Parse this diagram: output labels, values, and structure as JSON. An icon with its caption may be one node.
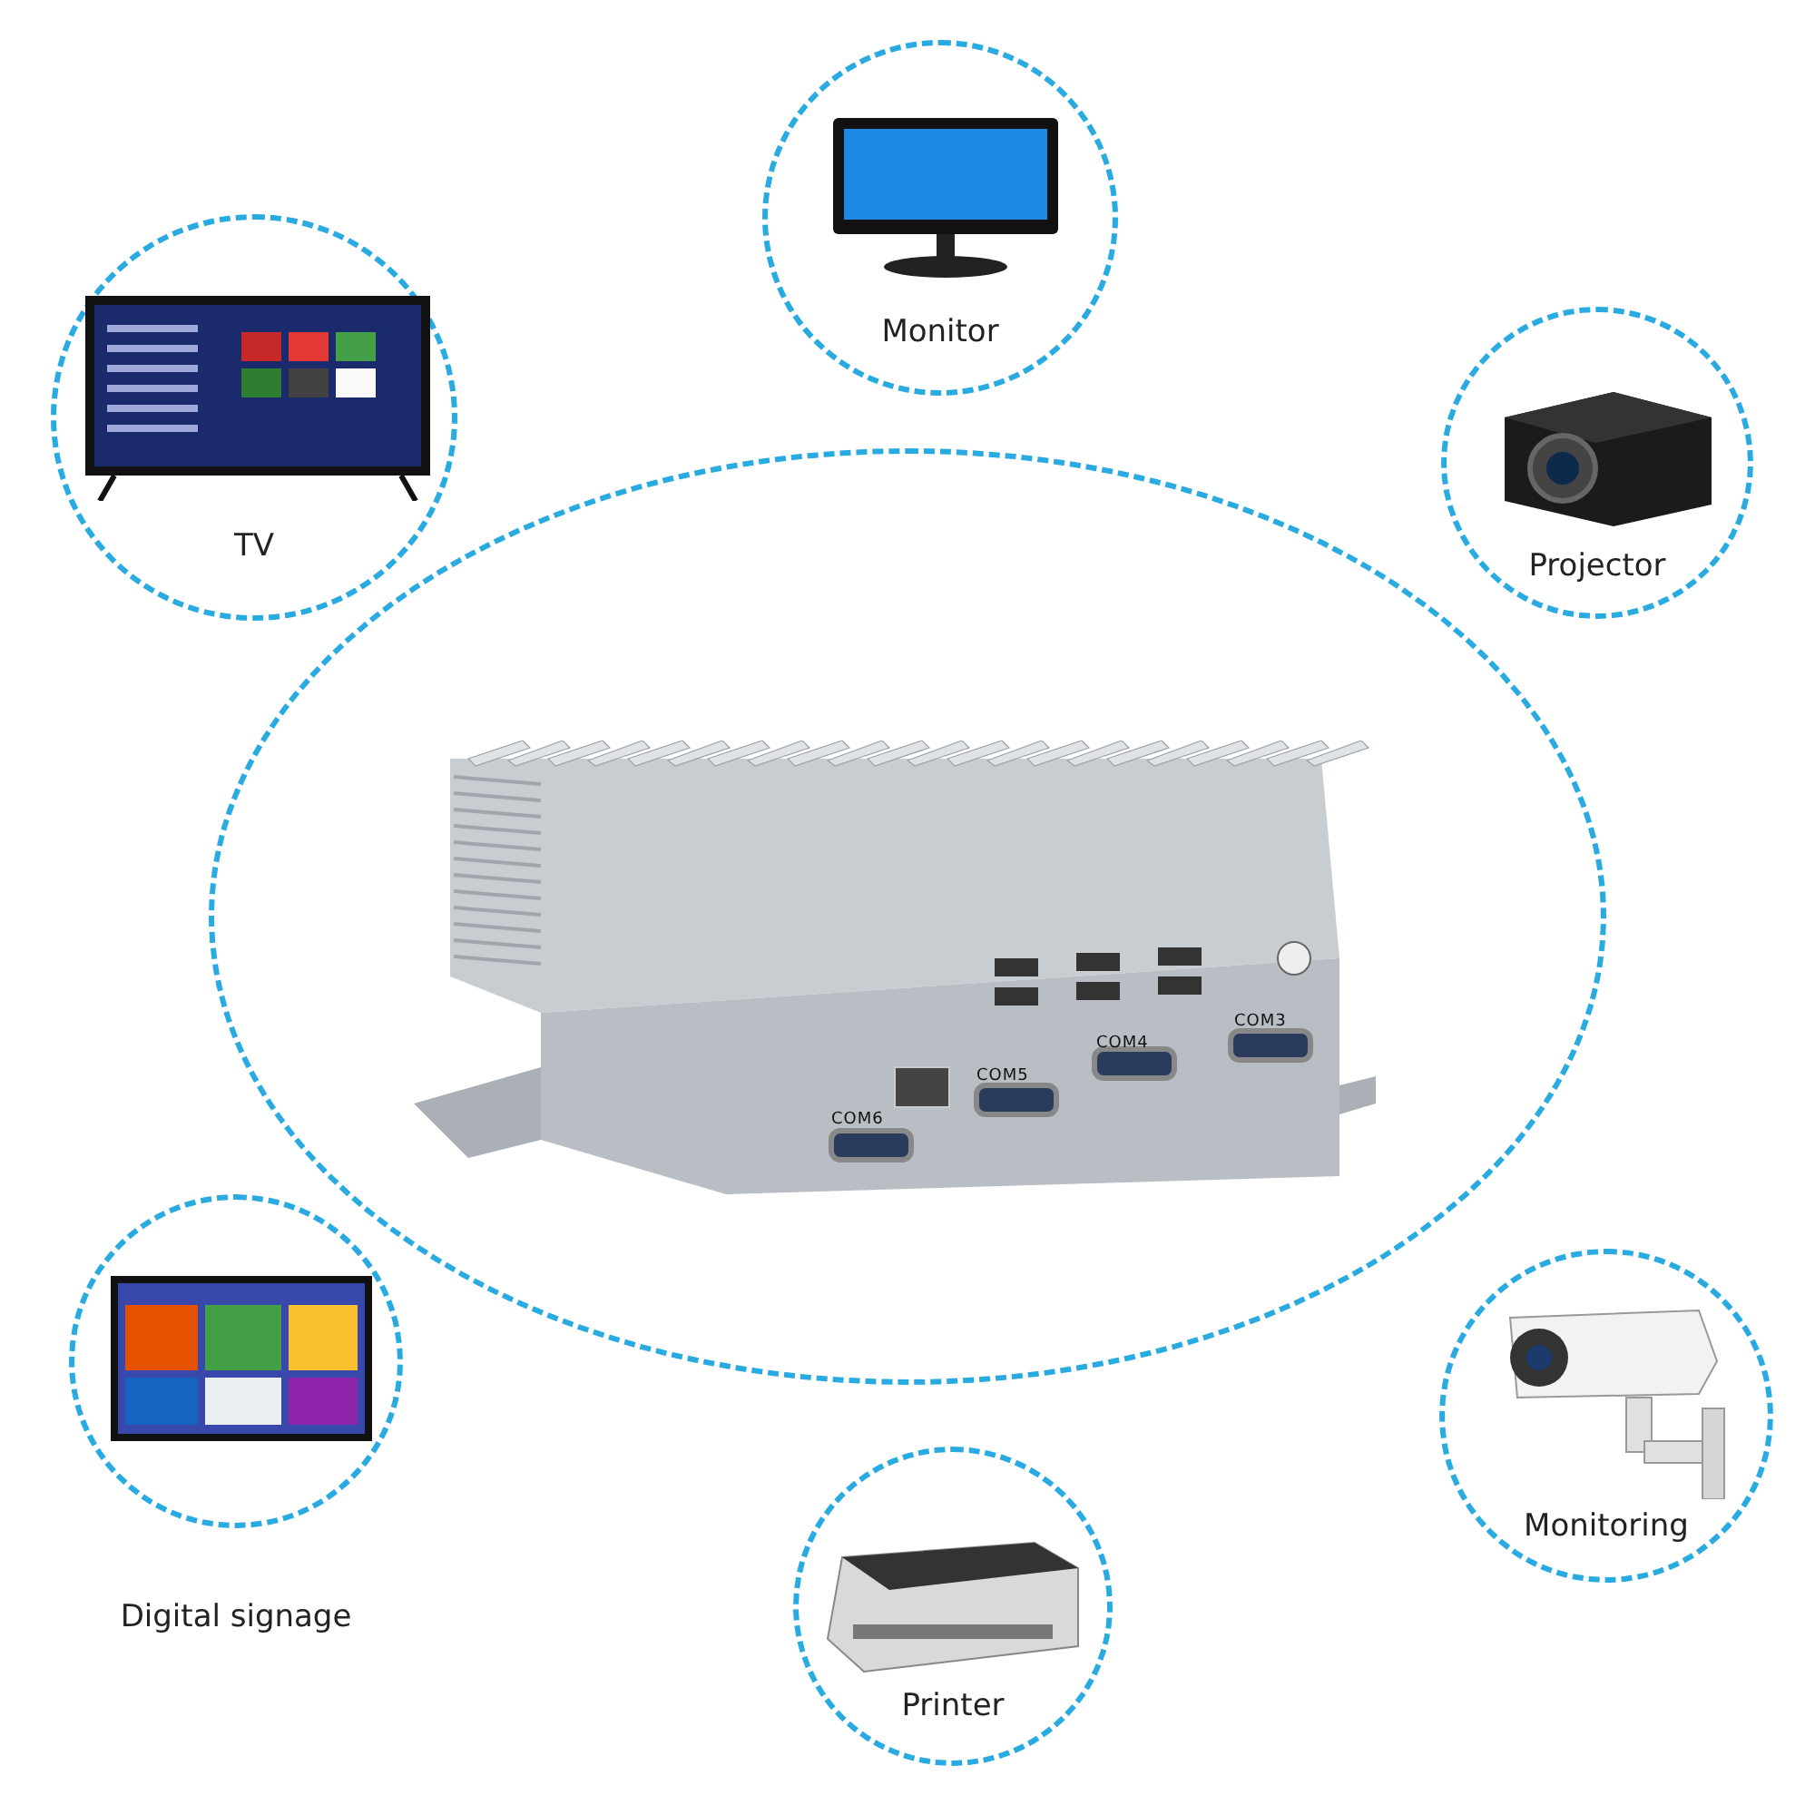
{
  "diagram": {
    "nodes": [
      {
        "text": [
          "Monitor"
        ]
      },
      {
        "text": [
          "TV"
        ]
      },
      {
        "text": [
          "Projector"
        ]
      },
      {
        "text": [],
        "shape": "ellipse"
      },
      {
        "text": [
          "Digital signage"
        ]
      },
      {
        "text": [
          "Monitoring"
        ]
      },
      {
        "text": [
          "Printer"
        ]
      }
    ],
    "edges": [],
    "labels": [
      "COM3",
      "COM4",
      "COM5",
      "COM6"
    ]
  }
}
